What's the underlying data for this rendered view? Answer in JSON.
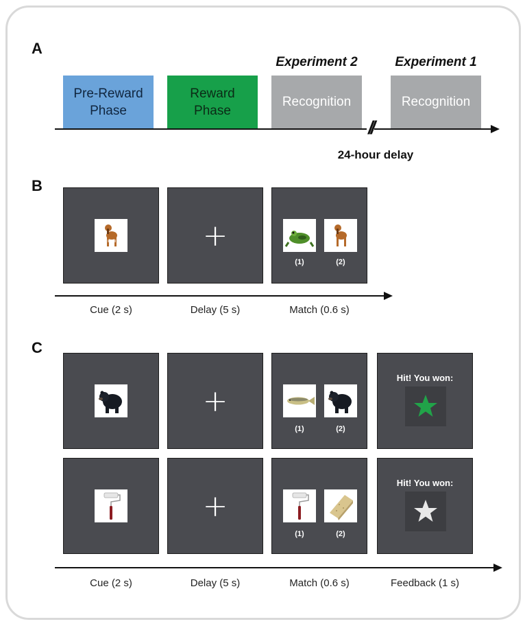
{
  "panels": {
    "a": "A",
    "b": "B",
    "c": "C"
  },
  "timeline": {
    "phases": [
      {
        "label": "Pre-Reward\nPhase",
        "color": "#6aa3da"
      },
      {
        "label": "Reward\nPhase",
        "color": "#17a04a"
      },
      {
        "label": "Recognition",
        "color": "#a7a9ab"
      },
      {
        "label": "Recognition",
        "color": "#a7a9ab"
      }
    ],
    "experiment_2": "Experiment 2",
    "experiment_1": "Experiment 1",
    "break_mark": "//",
    "delay_label": "24-hour delay"
  },
  "panel_b": {
    "fixation": "+",
    "option_1": "(1)",
    "option_2": "(2)",
    "labels": [
      "Cue (2 s)",
      "Delay (5 s)",
      "Match (0.6 s)"
    ]
  },
  "panel_c": {
    "fixation": "+",
    "option_1": "(1)",
    "option_2": "(2)",
    "feedback_text": "Hit! You won:",
    "star_colors": [
      "#21a349",
      "#e8e8e8"
    ],
    "labels": [
      "Cue (2 s)",
      "Delay (5 s)",
      "Match (0.6 s)",
      "Feedback (1 s)"
    ]
  },
  "colors": {
    "screen": "#4a4b50",
    "text": "#111111"
  }
}
